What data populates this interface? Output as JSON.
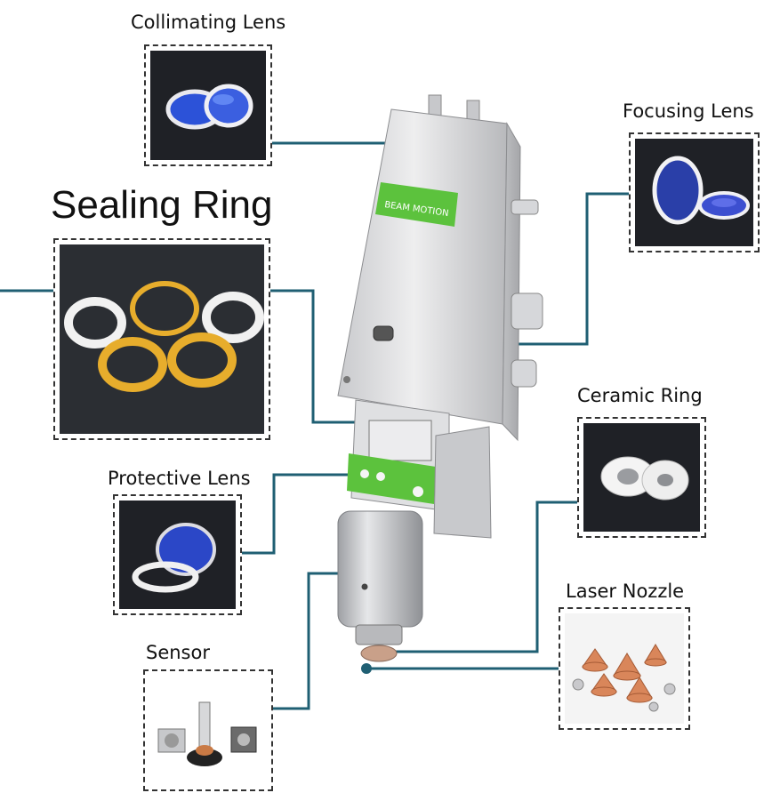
{
  "labels": {
    "collimating": "Collimating Lens",
    "focusing": "Focusing Lens",
    "sealing": "Sealing Ring",
    "ceramic": "Ceramic Ring",
    "protective": "Protective Lens",
    "nozzle": "Laser Nozzle",
    "sensor": "Sensor"
  },
  "head_brand": "BEAM MOTION",
  "colors": {
    "line": "#1f5f73",
    "brand_green": "#5cc23d",
    "metal": "#d9dadd",
    "dashed_border": "#333333"
  }
}
